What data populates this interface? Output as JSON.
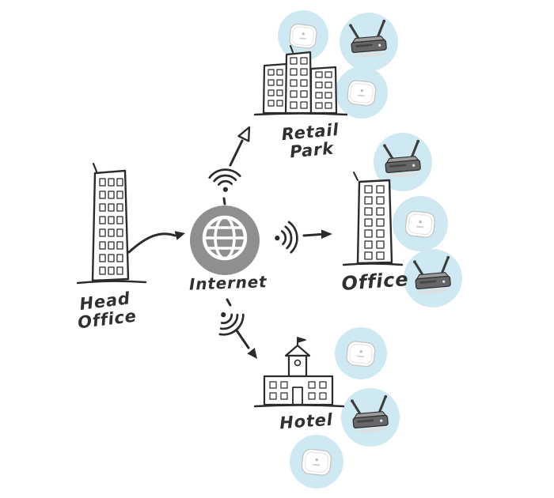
{
  "diagram": {
    "type": "network-topology-illustration",
    "hub": {
      "label": "Internet",
      "icon": "globe-icon",
      "color": "#8f8f8f"
    },
    "source_site": {
      "id": "head-office",
      "label": "Head Office",
      "icon": "office-tower-sketch"
    },
    "sites": [
      {
        "id": "retail-park",
        "label": "Retail Park",
        "icon": "retail-buildings-sketch",
        "devices": [
          "ceiling-ap",
          "antenna-router",
          "ceiling-ap"
        ]
      },
      {
        "id": "office",
        "label": "Office",
        "icon": "office-tower-sketch",
        "devices": [
          "antenna-router",
          "ceiling-ap",
          "antenna-router"
        ]
      },
      {
        "id": "hotel",
        "label": "Hotel",
        "icon": "hotel-building-sketch",
        "devices": [
          "ceiling-ap",
          "antenna-router",
          "ceiling-ap"
        ]
      }
    ],
    "links": [
      {
        "from": "head-office",
        "to": "internet",
        "style": "curved-arrow"
      },
      {
        "from": "internet",
        "to": "retail-park",
        "style": "wifi-signal-arrow"
      },
      {
        "from": "internet",
        "to": "office",
        "style": "wifi-signal-arrow"
      },
      {
        "from": "internet",
        "to": "hotel",
        "style": "wifi-signal-arrow"
      }
    ],
    "colors": {
      "sketch_ink": "#2b2b2b",
      "hub_gray": "#8f8f8f",
      "device_circle_blue": "#cfe9f2",
      "background": "#ffffff"
    }
  }
}
